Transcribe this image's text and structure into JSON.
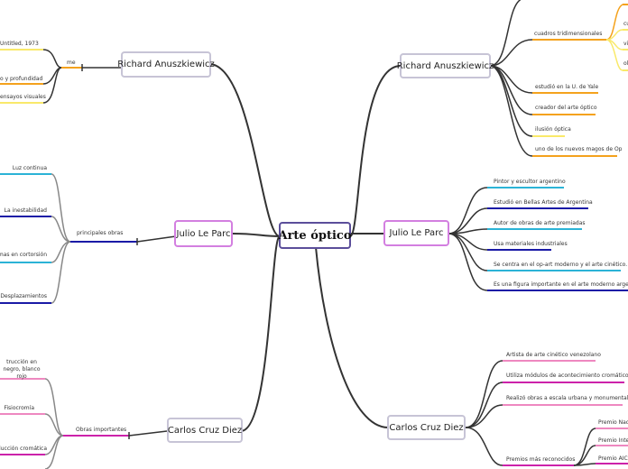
{
  "central": "Arte óptico",
  "right": {
    "richard": {
      "title": "Richard Anuszkiewicz",
      "cuadros": "cuadros tridimensionales",
      "cuadros_children": [
        "cu",
        "vi",
        "ol"
      ],
      "items": [
        "estudió en la U. de Yale",
        "creador del arte óptico",
        "ilusión óptica",
        "uno de los nuevos magos de Op"
      ]
    },
    "julio": {
      "title": "Julio Le Parc",
      "items": [
        "Pintor y escultor argentino",
        "Estudió en Bellas Artes de Argentina",
        "Autor de obras de arte premiadas",
        "Usa materiales industriales",
        "Se centra en el op-art moderno y el arte cinético.",
        "Es una figura importante en el arte moderno argentino"
      ]
    },
    "carlos": {
      "title": "Carlos Cruz Diez",
      "items": [
        "Artista de arte cinético venezolano",
        "Utiliza módulos de acontecimiento cromáticos",
        "Realizó obras a escala urbana y monumental"
      ],
      "premios": "Premios más reconocidos",
      "premios_children": [
        "Premio Nac",
        "Premio Inte",
        "Premio AIC"
      ]
    }
  },
  "left": {
    "richard": {
      "title": "Richard Anuszkiewicz",
      "branch": "me",
      "items": [
        "Untitled, 1973",
        "o y profundidad",
        "ensayos visuales"
      ]
    },
    "julio": {
      "title": "Julio Le Parc",
      "branch": "principales obras",
      "items": [
        "Luz continua",
        "La inestabilidad",
        "Formas en cortorsión",
        "Desplazamientos"
      ]
    },
    "carlos": {
      "title": "Carlos Cruz Diez",
      "branch": "Obras importantes",
      "items": [
        "trucción en negro, blanco rojo",
        "Fisiocromía",
        "Inducción cromática"
      ]
    }
  },
  "colors": {
    "connector": "#333333",
    "central_border": "#5b4e9a",
    "node_border": "#c7c4d6",
    "pink_border": "#d37fe0",
    "orange": "#f4a21d",
    "yellow": "#f9e96a",
    "cyan": "#2bb3d6",
    "navy": "#1a1aa6",
    "magenta": "#cc22aa",
    "pink": "#ee88c0",
    "gray": "#888888"
  }
}
